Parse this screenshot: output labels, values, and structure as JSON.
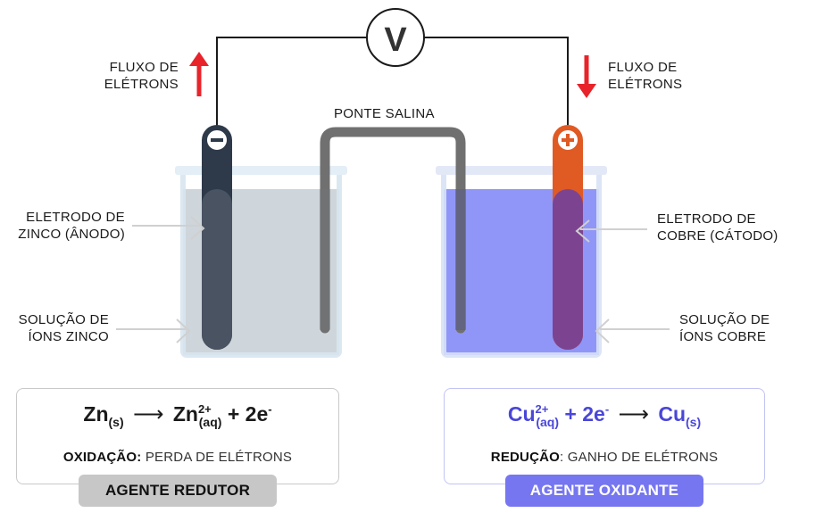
{
  "voltmeter": {
    "symbol": "V"
  },
  "salt_bridge": {
    "label": "PONTE SALINA"
  },
  "electron_flow_left": {
    "line1": "FLUXO DE",
    "line2": "ELÉTRONS",
    "direction": "up"
  },
  "electron_flow_right": {
    "line1": "FLUXO DE",
    "line2": "ELÉTRONS",
    "direction": "down"
  },
  "electrode_left": {
    "line1": "ELETRODO DE",
    "line2": "ZINCO (ÂNODO)",
    "sign": "−",
    "color": "#2e3a4a"
  },
  "electrode_right": {
    "line1": "ELETRODO DE",
    "line2": "COBRE (CÁTODO)",
    "sign": "+",
    "color": "#e05a24"
  },
  "solution_left": {
    "line1": "SOLUÇÃO DE",
    "line2": "ÍONS ZINCO",
    "color": "#c7ced4"
  },
  "solution_right": {
    "line1": "SOLUÇÃO DE",
    "line2": "ÍONS COBRE",
    "color": "#8f94f6"
  },
  "oxidation": {
    "eq_reactant": "Zn",
    "eq_reactant_state": "(s)",
    "eq_product": "Zn",
    "eq_product_charge": "2+",
    "eq_product_state": "(aq)",
    "eq_electrons": "+ 2e",
    "eq_electron_charge": "-",
    "process_label": "OXIDAÇÃO:",
    "process_text": " PERDA DE ELÉTRONS",
    "agent": "AGENTE REDUTOR"
  },
  "reduction": {
    "eq_reactant": "Cu",
    "eq_reactant_charge": "2+",
    "eq_reactant_state": "(aq)",
    "eq_electrons": "+ 2e",
    "eq_electron_charge": "-",
    "eq_product": "Cu",
    "eq_product_state": "(s)",
    "process_label": "REDUÇÃO",
    "process_text": ": GANHO DE ELÉTRONS",
    "agent": "AGENTE OXIDANTE"
  },
  "colors": {
    "arrow_red": "#e8232a",
    "wire": "#1a1a1a",
    "bridge": "#707070",
    "accent_blue": "#4a46d8"
  }
}
